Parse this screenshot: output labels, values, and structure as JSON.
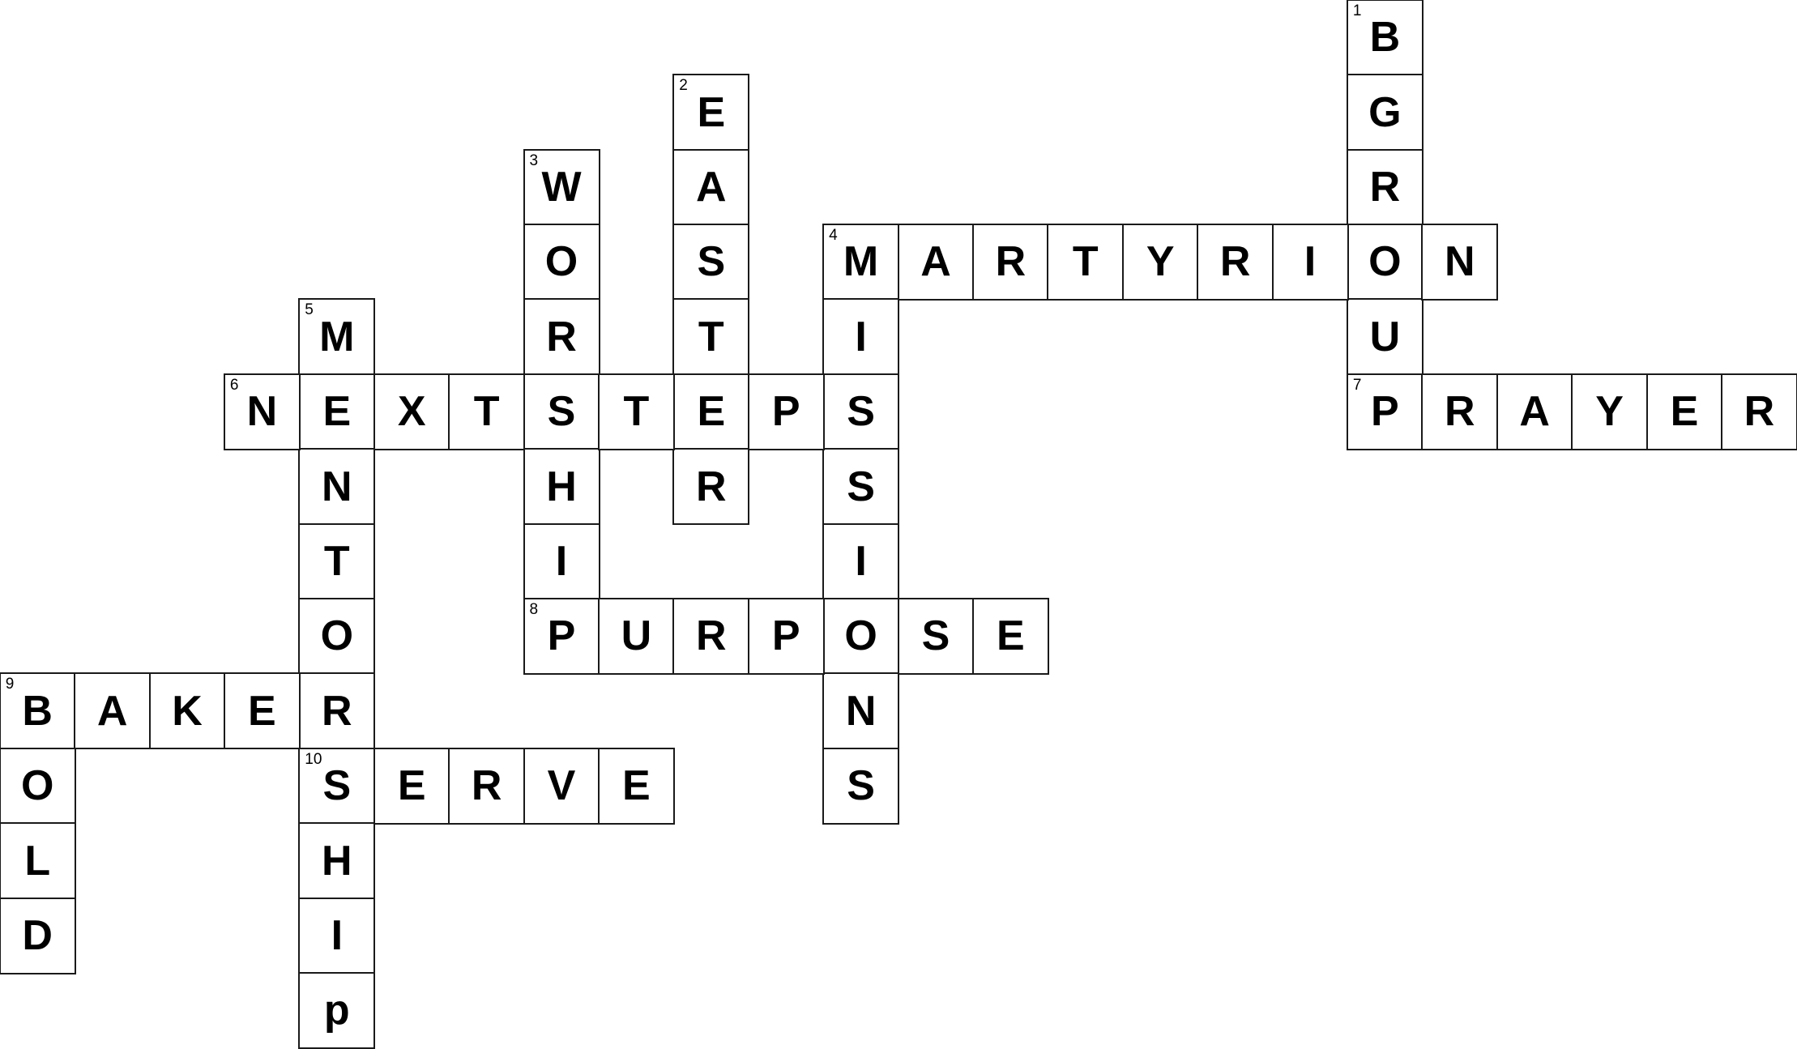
{
  "puzzle": {
    "words": [
      {
        "number": "1",
        "direction": "down",
        "row": 0,
        "col": 18,
        "letters": [
          "B",
          "G",
          "R",
          "O",
          "U",
          "P"
        ]
      },
      {
        "number": "2",
        "direction": "down",
        "row": 1,
        "col": 9,
        "letters": [
          "E",
          "A",
          "S",
          "T",
          "E",
          "R"
        ]
      },
      {
        "number": "3",
        "direction": "down",
        "row": 2,
        "col": 7,
        "letters": [
          "W",
          "O",
          "R",
          "S",
          "H",
          "I",
          "P"
        ]
      },
      {
        "number": "4",
        "direction": "across",
        "row": 3,
        "col": 11,
        "letters": [
          "M",
          "A",
          "R",
          "T",
          "Y",
          "R",
          "I",
          "O",
          "N"
        ]
      },
      {
        "number": "4",
        "direction": "down",
        "row": 3,
        "col": 11,
        "letters": [
          "M",
          "I",
          "S",
          "S",
          "I",
          "O",
          "N",
          "S"
        ]
      },
      {
        "number": "5",
        "direction": "down",
        "row": 4,
        "col": 4,
        "letters": [
          "M",
          "E",
          "N",
          "T",
          "O",
          "R",
          "S",
          "H",
          "I",
          "p"
        ]
      },
      {
        "number": "6",
        "direction": "across",
        "row": 5,
        "col": 3,
        "letters": [
          "N",
          "E",
          "X",
          "T",
          "S",
          "T",
          "E",
          "P",
          "S"
        ]
      },
      {
        "number": "7",
        "direction": "across",
        "row": 5,
        "col": 18,
        "letters": [
          "P",
          "R",
          "A",
          "Y",
          "E",
          "R"
        ]
      },
      {
        "number": "8",
        "direction": "across",
        "row": 8,
        "col": 7,
        "letters": [
          "P",
          "U",
          "R",
          "P",
          "O",
          "S",
          "E"
        ]
      },
      {
        "number": "9",
        "direction": "across",
        "row": 9,
        "col": 0,
        "letters": [
          "B",
          "A",
          "K",
          "E",
          "R"
        ]
      },
      {
        "number": "9",
        "direction": "down",
        "row": 9,
        "col": 0,
        "letters": [
          "B",
          "O",
          "L",
          "D"
        ]
      },
      {
        "number": "10",
        "direction": "across",
        "row": 10,
        "col": 4,
        "letters": [
          "S",
          "E",
          "R",
          "V",
          "E"
        ]
      }
    ]
  }
}
